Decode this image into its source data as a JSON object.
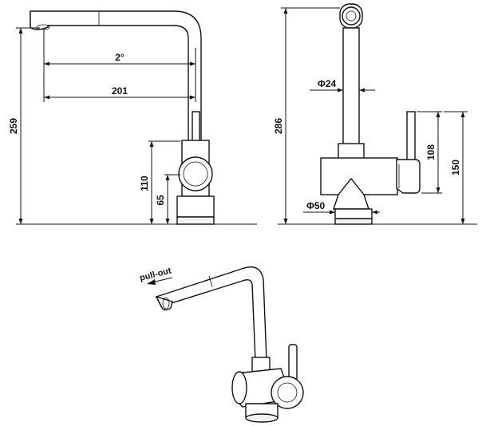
{
  "side_view": {
    "dim_angle": "2°",
    "dim_reach": "201",
    "dim_total_height": "259",
    "dim_lever_height": "110",
    "dim_body_height": "65"
  },
  "front_view": {
    "dim_spout_diameter": "Φ24",
    "dim_total_height": "286",
    "dim_lever_height": "108",
    "dim_handle_height": "150",
    "dim_base_diameter": "Φ50"
  },
  "perspective_view": {
    "pull_out_label": "pull-out"
  }
}
